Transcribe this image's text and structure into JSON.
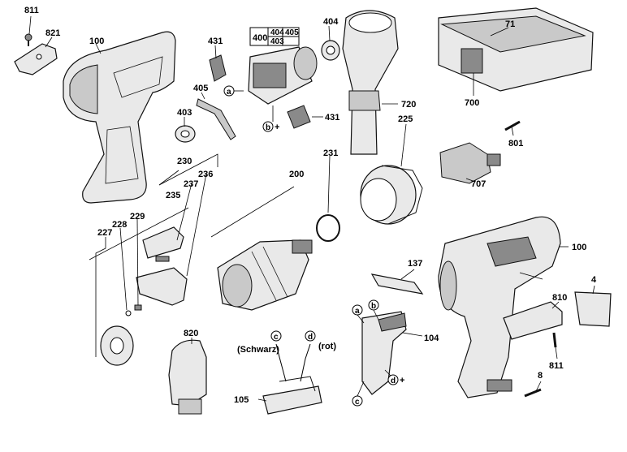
{
  "labels": {
    "p811a": "811",
    "p821": "821",
    "p100a": "100",
    "p431a": "431",
    "p400": "400",
    "p404a": "404",
    "p405a": "405",
    "p403a": "403",
    "p404b": "404",
    "p720": "720",
    "p71": "71",
    "p700": "700",
    "p405b": "405",
    "p403b": "403",
    "p431b": "431",
    "p225": "225",
    "p801": "801",
    "p230": "230",
    "p236": "236",
    "p237": "237",
    "p235": "235",
    "p200": "200",
    "p231": "231",
    "p707": "707",
    "p229": "229",
    "p228": "228",
    "p227": "227",
    "p100b": "100",
    "p137": "137",
    "p4": "4",
    "p810": "810",
    "p820": "820",
    "p104": "104",
    "p811b": "811",
    "p8": "8",
    "p105": "105",
    "schwarz": "(Schwarz)",
    "rot": "(rot)"
  },
  "callouts": {
    "a1": "a",
    "b1": "b",
    "plus1": "+",
    "a2": "a",
    "b2": "b",
    "c1": "c",
    "d1": "d",
    "c2": "c",
    "d2": "d",
    "plus2": "+"
  }
}
